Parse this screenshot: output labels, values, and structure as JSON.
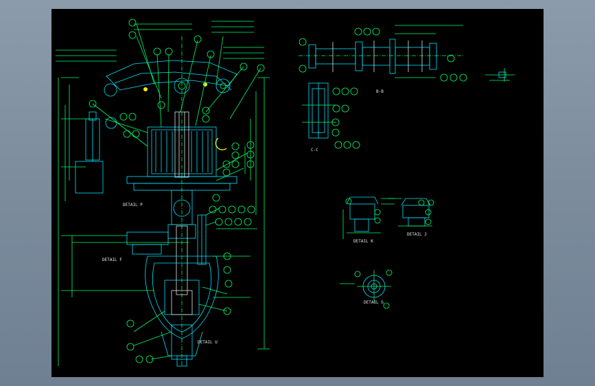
{
  "drawing": {
    "labels": {
      "detail_p": "DETAIL P",
      "detail_f": "DETAIL F",
      "detail_u": "DETAIL U",
      "section_b": "B-B",
      "section_c": "C-C",
      "detail_k": "DETAIL K",
      "detail_j": "DETAIL J",
      "detail_g": "DETAIL G"
    }
  }
}
